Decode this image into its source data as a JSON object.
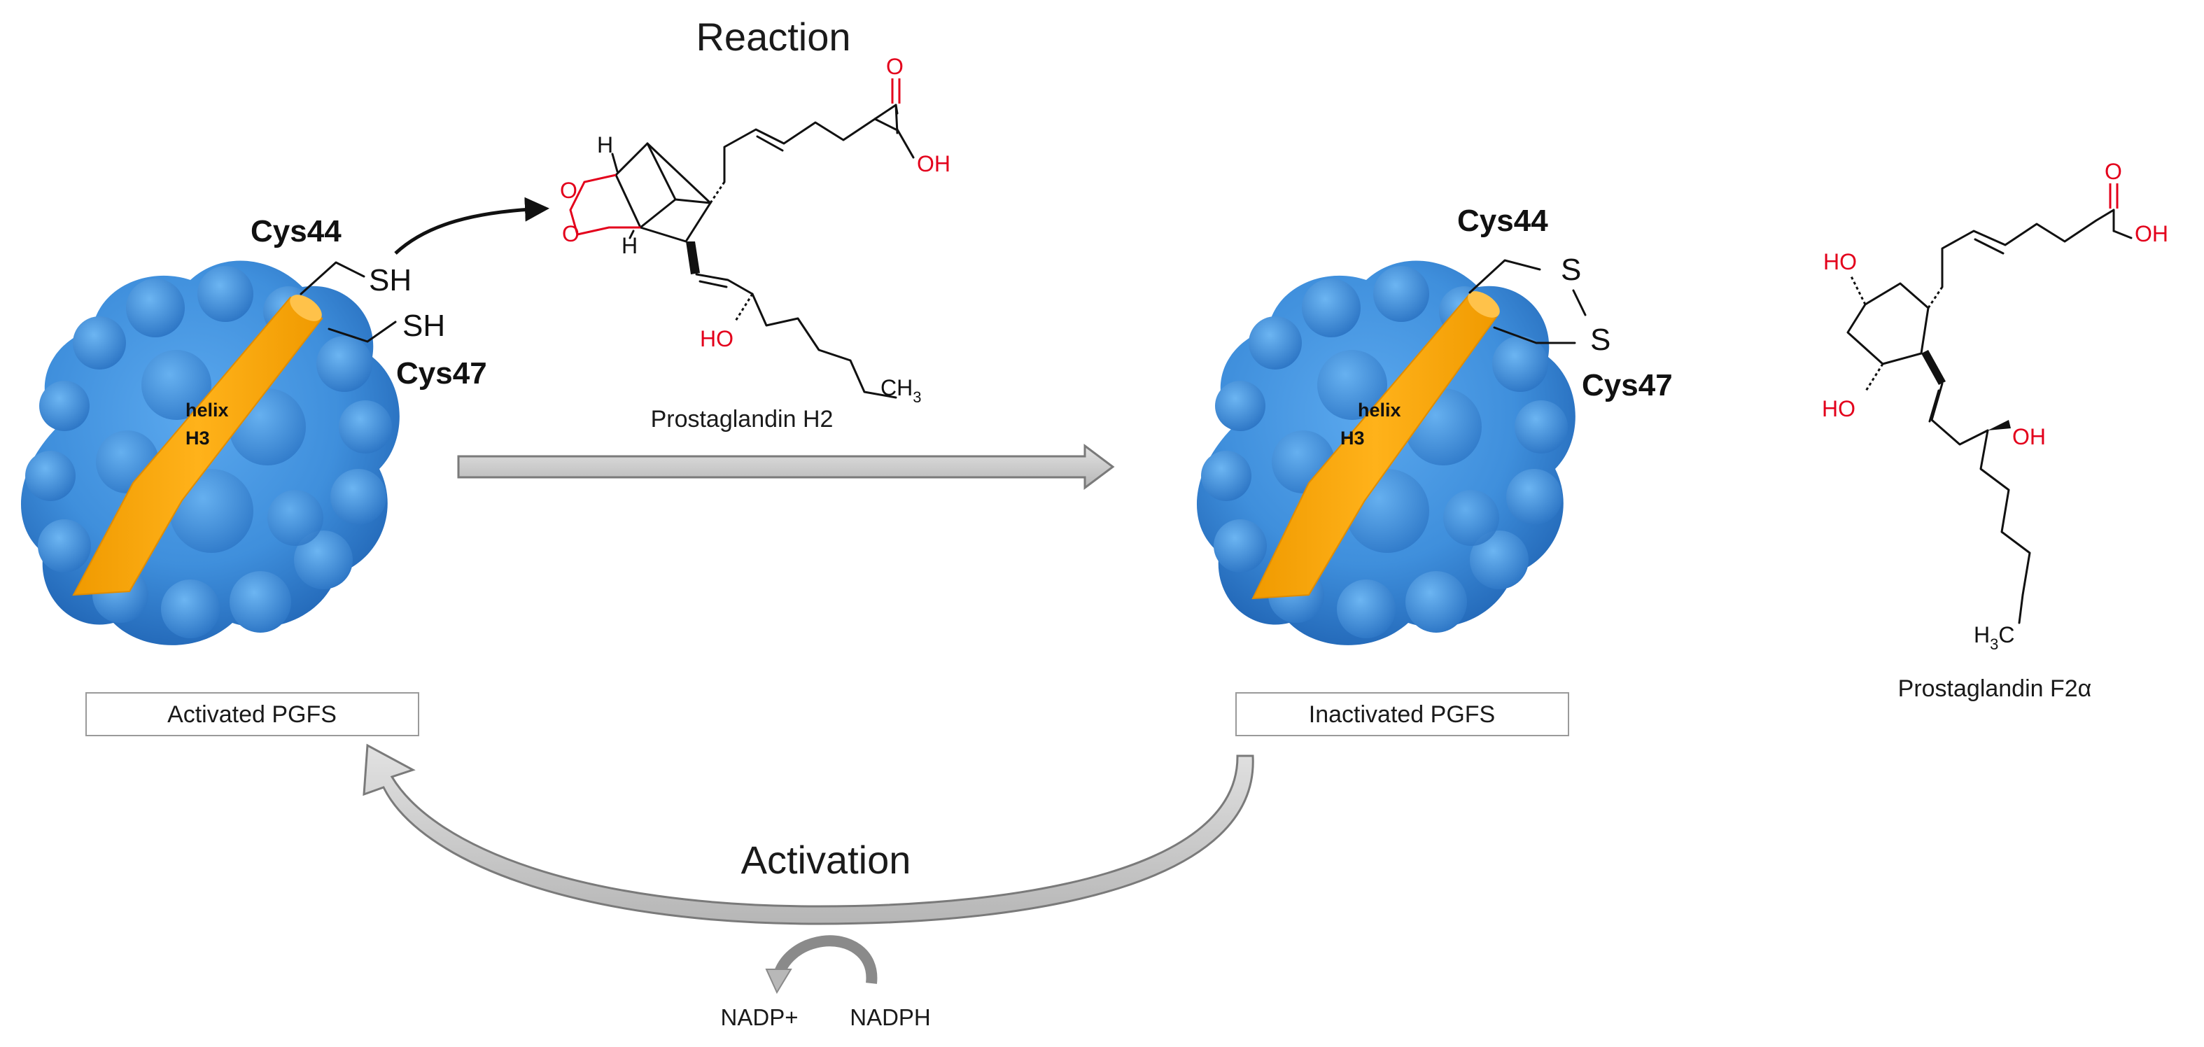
{
  "headings": {
    "reaction": "Reaction",
    "activation": "Activation"
  },
  "molecules": {
    "pgh2_name": "Prostaglandin H2",
    "pgf2a_name": "Prostaglandin F2α"
  },
  "states": {
    "activated": "Activated PGFS",
    "inactivated": "Inactivated PGFS"
  },
  "residues": {
    "cys44": "Cys44",
    "cys47": "Cys47",
    "thiol": "SH",
    "sulfur": "S"
  },
  "helix": {
    "line1": "helix",
    "line2": "H3"
  },
  "atoms": {
    "o": "O",
    "oh": "OH",
    "ho": "HO",
    "h": "H",
    "ch3_main": "CH",
    "ch3_sub": "3",
    "h3c_h": "H",
    "h3c_sub": "3",
    "h3c_c": "C"
  },
  "cofactors": {
    "nadp": "NADP+",
    "nadph": "NADPH"
  },
  "colors": {
    "protein": "#3f8fdc",
    "protein_dark": "#1f63b3",
    "helix": "#f7a400",
    "arrow_fill": "#c8c8c8",
    "arrow_stroke": "#7a7a7a",
    "heteroatom": "#e3001b"
  }
}
